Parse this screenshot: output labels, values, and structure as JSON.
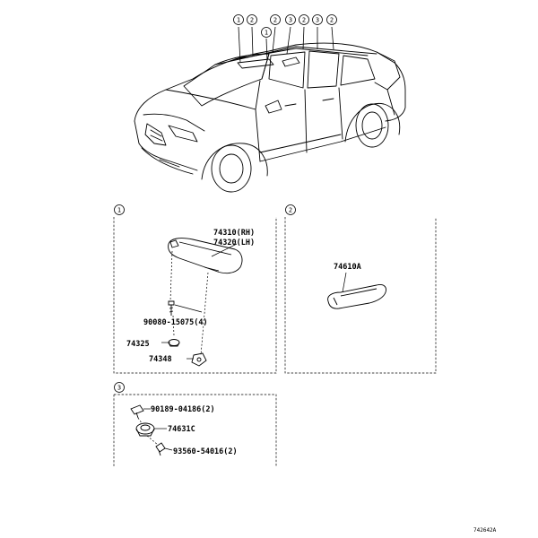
{
  "vehicle_callouts": [
    "1",
    "2",
    "1",
    "2",
    "3",
    "2",
    "3",
    "2"
  ],
  "sections": [
    {
      "number": "1",
      "parts": [
        {
          "label": "74310(RH)"
        },
        {
          "label": "74320(LH)"
        },
        {
          "label": "90080-15075(4)"
        },
        {
          "label": "74325"
        },
        {
          "label": "74348"
        }
      ]
    },
    {
      "number": "2",
      "parts": [
        {
          "label": "74610A"
        }
      ]
    },
    {
      "number": "3",
      "parts": [
        {
          "label": "90189-04186(2)"
        },
        {
          "label": "74631C"
        },
        {
          "label": "93560-54016(2)"
        }
      ]
    }
  ],
  "figure_id": "742642A"
}
